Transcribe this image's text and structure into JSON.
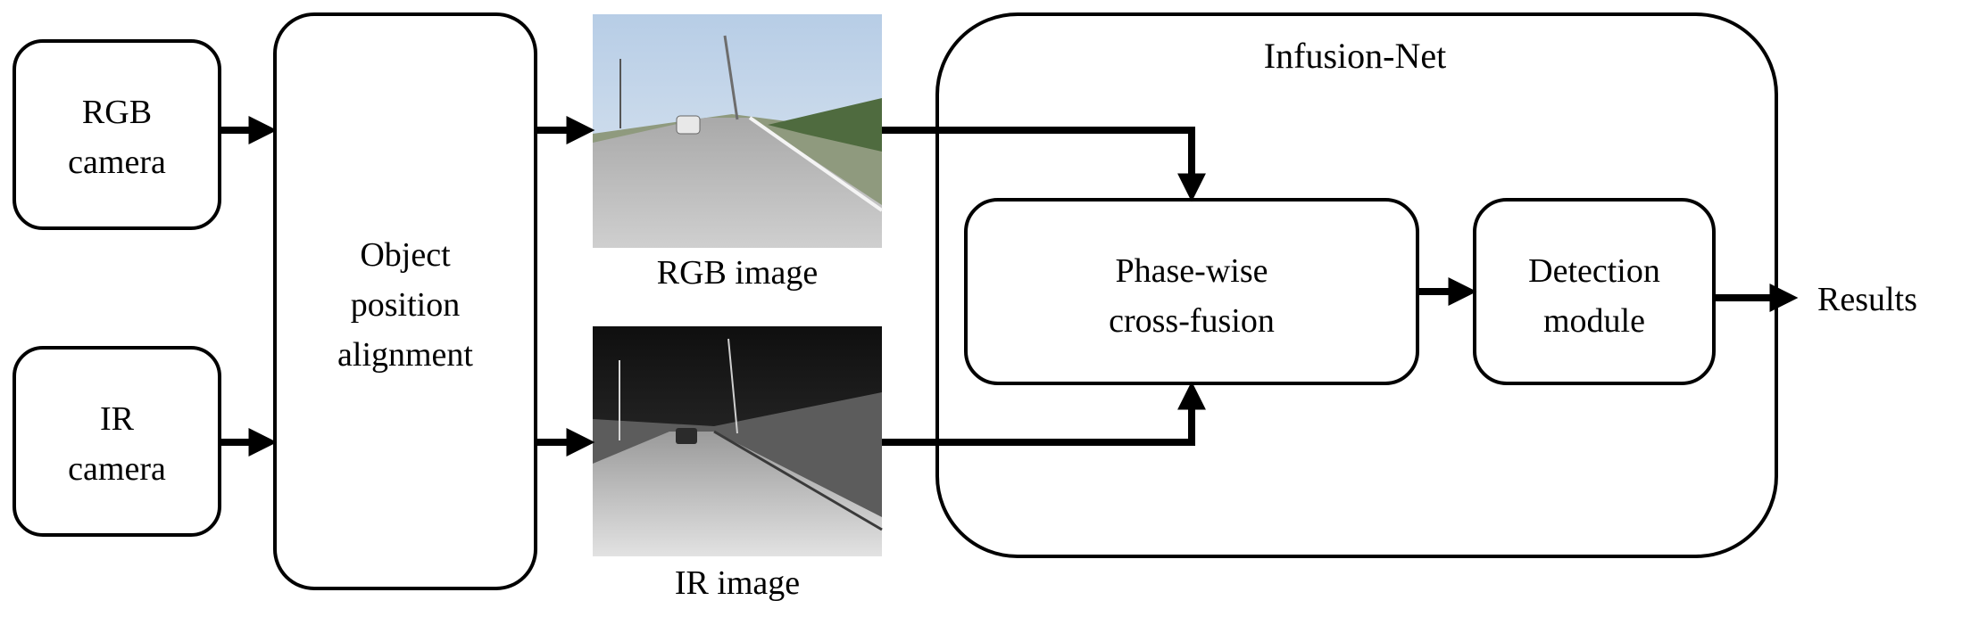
{
  "diagram": {
    "rgb_camera": {
      "line1": "RGB",
      "line2": "camera"
    },
    "ir_camera": {
      "line1": "IR",
      "line2": "camera"
    },
    "alignment": {
      "line1": "Object",
      "line2": "position",
      "line3": "alignment"
    },
    "rgb_image": {
      "caption": "RGB image"
    },
    "ir_image": {
      "caption": "IR image"
    },
    "infusion_net": {
      "title": "Infusion-Net"
    },
    "fusion": {
      "line1": "Phase-wise",
      "line2": "cross-fusion"
    },
    "detection": {
      "line1": "Detection",
      "line2": "module"
    },
    "results": {
      "label": "Results"
    }
  },
  "colors": {
    "stroke": "#000000",
    "background": "#ffffff",
    "rgb_sky": "#c9d9ea",
    "rgb_road": "#bcbcbc",
    "ir_sky": "#1e1e1e",
    "ir_road": "#c8c8c8"
  }
}
